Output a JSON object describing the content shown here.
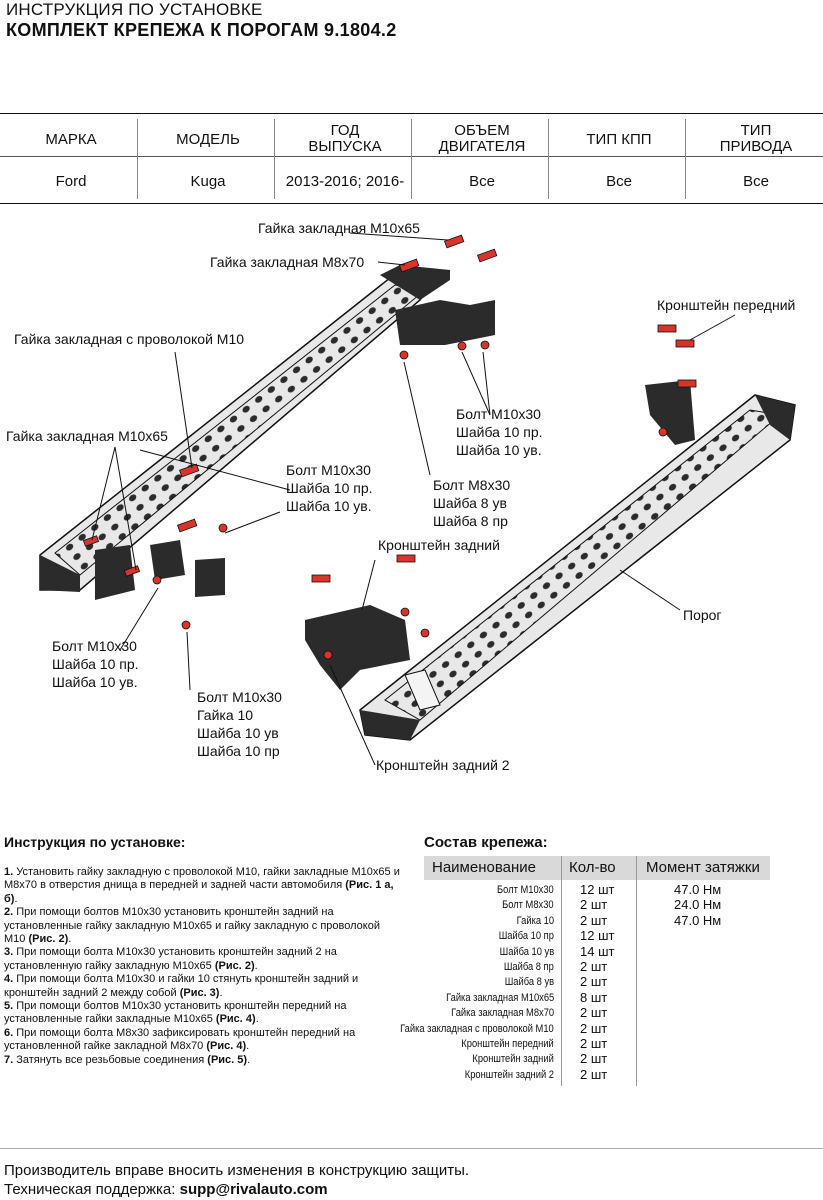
{
  "header": {
    "top": "ИНСТРУКЦИЯ ПО УСТАНОВКЕ",
    "title": "КОМПЛЕКТ КРЕПЕЖА К ПОРОГАМ 9.1804.2"
  },
  "vehicle_table": {
    "headers": [
      [
        "МАРКА"
      ],
      [
        "МОДЕЛЬ"
      ],
      [
        "ГОД",
        "ВЫПУСКА"
      ],
      [
        "ОБЪЕМ",
        "ДВИГАТЕЛЯ"
      ],
      [
        "ТИП КПП"
      ],
      [
        "ТИП",
        "ПРИВОДА"
      ]
    ],
    "values": [
      "Ford",
      "Kuga",
      "2013-2016; 2016-",
      "Все",
      "Все",
      "Все"
    ]
  },
  "diagram": {
    "labels": {
      "nut_m10x65_top": "Гайка закладная М10х65",
      "nut_m8x70": "Гайка закладная М8х70",
      "nut_wire_m10": "Гайка закладная с проволокой М10",
      "nut_m10x65_left": "Гайка закладная М10х65",
      "bracket_front": "Кронштейн передний",
      "bolt_group_a": [
        "Болт М10х30",
        "Шайба 10 пр.",
        "Шайба 10 ув."
      ],
      "bolt_group_b": [
        "Болт М10х30",
        "Шайба 10 пр.",
        "Шайба 10 ув."
      ],
      "bolt_group_m8": [
        "Болт М8х30",
        "Шайба 8 ув",
        "Шайба 8 пр"
      ],
      "bracket_rear": "Кронштейн задний",
      "sill": "Порог",
      "bolt_group_c": [
        "Болт М10х30",
        "Шайба 10 пр.",
        "Шайба 10 ув."
      ],
      "bolt_group_d": [
        "Болт М10х30",
        "Гайка 10",
        "Шайба 10 ув",
        "Шайба 10 пр"
      ],
      "bracket_rear_2": "Кронштейн задний 2"
    }
  },
  "instructions": {
    "title": "Инструкция по установке:",
    "steps": [
      {
        "num": "1.",
        "text": "Установить гайку закладную с проволокой М10, гайки закладные М10х65 и М8х70 в отверстия днища в передней и задней части автомобиля ",
        "ref": "(Рис. 1 а, б)",
        "tail": "."
      },
      {
        "num": "2.",
        "text": "При помощи болтов М10х30 установить кронштейн задний на установленные гайку закладную М10х65 и гайку закладную с проволокой М10 ",
        "ref": "(Рис. 2)",
        "tail": "."
      },
      {
        "num": "3.",
        "text": "При помощи болта М10х30 установить кронштейн задний 2 на установленную гайку закладную М10х65 ",
        "ref": "(Рис. 2)",
        "tail": "."
      },
      {
        "num": "4.",
        "text": "При помощи болта М10х30 и гайки 10 стянуть кронштейн задний и кронштейн задний 2 между собой ",
        "ref": "(Рис. 3)",
        "tail": "."
      },
      {
        "num": "5.",
        "text": "При помощи болтов М10х30 установить кронштейн передний на установленные гайки закладные М10х65 ",
        "ref": "(Рис. 4)",
        "tail": "."
      },
      {
        "num": "6.",
        "text": "При помощи болта М8х30 зафиксировать кронштейн передний на установленной гайке закладной М8х70 ",
        "ref": "(Рис. 4)",
        "tail": "."
      },
      {
        "num": "7.",
        "text": "Затянуть все резьбовые соединения ",
        "ref": "(Рис. 5)",
        "tail": "."
      }
    ]
  },
  "fasteners": {
    "title": "Состав крепежа:",
    "headers": [
      "Наименование",
      "Кол-во",
      "Момент затяжки"
    ],
    "rows": [
      {
        "name": "Болт М10х30",
        "qty": "12 шт",
        "torque": "47.0 Нм"
      },
      {
        "name": "Болт М8х30",
        "qty": "2 шт",
        "torque": "24.0 Нм"
      },
      {
        "name": "Гайка 10",
        "qty": "2 шт",
        "torque": "47.0 Нм"
      },
      {
        "name": "Шайба 10 пр",
        "qty": "12 шт",
        "torque": ""
      },
      {
        "name": "Шайба 10 ув",
        "qty": "14 шт",
        "torque": ""
      },
      {
        "name": "Шайба 8 пр",
        "qty": "2 шт",
        "torque": ""
      },
      {
        "name": "Шайба 8 ув",
        "qty": "2 шт",
        "torque": ""
      },
      {
        "name": "Гайка закладная М10х65",
        "qty": "8 шт",
        "torque": ""
      },
      {
        "name": "Гайка закладная М8х70",
        "qty": "2 шт",
        "torque": ""
      },
      {
        "name": "Гайка закладная с проволокой М10",
        "qty": "2 шт",
        "torque": ""
      },
      {
        "name": "Кронштейн передний",
        "qty": "2 шт",
        "torque": ""
      },
      {
        "name": "Кронштейн задний",
        "qty": "2 шт",
        "torque": ""
      },
      {
        "name": "Кронштейн задний 2",
        "qty": "2 шт",
        "torque": ""
      }
    ]
  },
  "footer": {
    "line1": "Производитель вправе вносить изменения в конструкцию защиты.",
    "support_label": "Техническая поддержка: ",
    "support_email": "supp@rivalauto.com"
  },
  "colors": {
    "part_fill": "#e8e8e8",
    "part_dark": "#2b2b2b",
    "bolt_red": "#d9342b",
    "header_gray": "#d9d9d9"
  }
}
